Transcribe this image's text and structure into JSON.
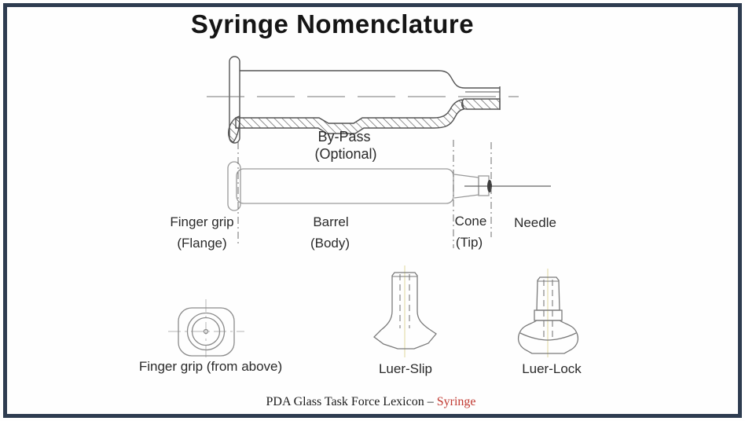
{
  "title": "Syringe Nomenclature",
  "cross_section": {
    "label": "By-Pass",
    "sublabel": "(Optional)"
  },
  "side_view": {
    "finger_grip": {
      "label": "Finger grip",
      "sublabel": "(Flange)"
    },
    "barrel": {
      "label": "Barrel",
      "sublabel": "(Body)"
    },
    "cone": {
      "label": "Cone",
      "sublabel": "(Tip)"
    },
    "needle": {
      "label": "Needle"
    }
  },
  "detail_views": {
    "finger_grip_above": {
      "label": "Finger grip (from above)"
    },
    "luer_slip": {
      "label": "Luer-Slip"
    },
    "luer_lock": {
      "label": "Luer-Lock"
    }
  },
  "footer": {
    "text": "PDA Glass Task Force Lexicon – ",
    "highlight": "Syringe"
  },
  "colors": {
    "border": "#2e3c50",
    "line_dark": "#555555",
    "line_light": "#8a8a8a",
    "footer_red": "#c13a32",
    "text": "#2a2a2a"
  }
}
